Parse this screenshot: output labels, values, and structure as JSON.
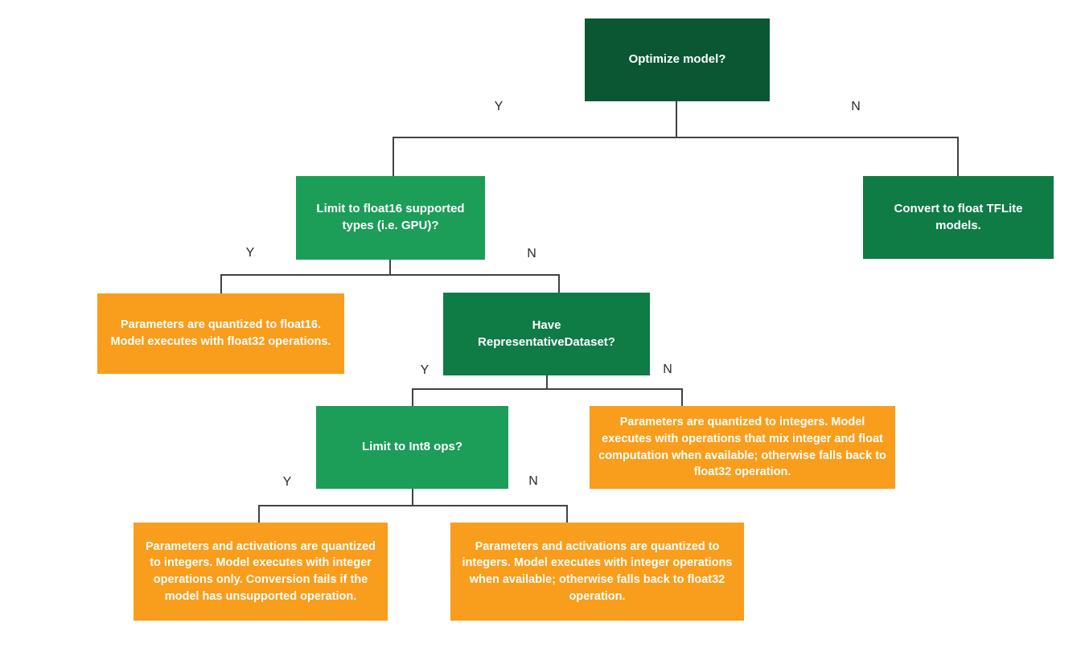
{
  "diagram": {
    "type": "decision-tree-flowchart",
    "topic": "TensorFlow Lite model optimization decision tree"
  },
  "colors": {
    "dark_green": "#0b5733",
    "mid_green": "#0f7b45",
    "bright_green": "#1c9d58",
    "orange": "#f99d1c",
    "line": "#424242",
    "label": "#2b2b2b"
  },
  "nodes": {
    "optimize": {
      "label": "Optimize model?",
      "kind": "decision"
    },
    "limit_float16": {
      "label": "Limit to float16 supported types (i.e. GPU)?",
      "kind": "decision"
    },
    "convert_float": {
      "label": "Convert to float TFLite models.",
      "kind": "outcome"
    },
    "float16_result": {
      "label": "Parameters are quantized to float16. Model executes with float32 operations.",
      "kind": "outcome"
    },
    "have_repdataset": {
      "label": "Have RepresentativeDataset?",
      "kind": "decision"
    },
    "limit_int8": {
      "label": "Limit to Int8 ops?",
      "kind": "decision"
    },
    "mixed_result": {
      "label": "Parameters are quantized to integers. Model executes with operations that mix integer and float computation when available; otherwise falls back to float32 operation.",
      "kind": "outcome"
    },
    "int8_only_result": {
      "label": "Parameters and activations are quantized to integers. Model executes with integer operations only. Conversion fails if the model has unsupported operation.",
      "kind": "outcome"
    },
    "int8_fallback_result": {
      "label": "Parameters and activations are quantized to integers. Model executes with integer operations when available; otherwise falls back to float32 operation.",
      "kind": "outcome"
    }
  },
  "edges": [
    {
      "from": "optimize",
      "to": "limit_float16",
      "label": "Y"
    },
    {
      "from": "optimize",
      "to": "convert_float",
      "label": "N"
    },
    {
      "from": "limit_float16",
      "to": "float16_result",
      "label": "Y"
    },
    {
      "from": "limit_float16",
      "to": "have_repdataset",
      "label": "N"
    },
    {
      "from": "have_repdataset",
      "to": "limit_int8",
      "label": "Y"
    },
    {
      "from": "have_repdataset",
      "to": "mixed_result",
      "label": "N"
    },
    {
      "from": "limit_int8",
      "to": "int8_only_result",
      "label": "Y"
    },
    {
      "from": "limit_int8",
      "to": "int8_fallback_result",
      "label": "N"
    }
  ]
}
